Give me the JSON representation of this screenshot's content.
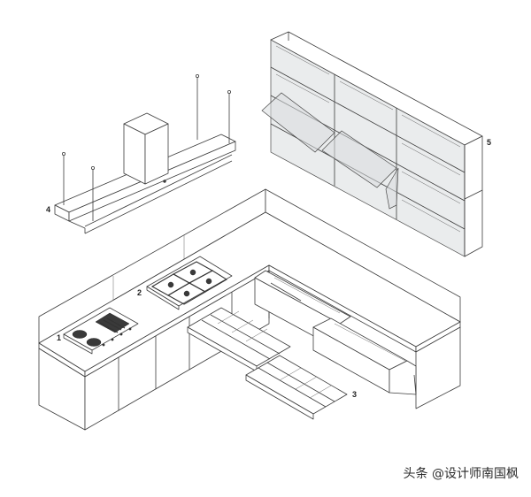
{
  "callouts": {
    "cooktop": "1",
    "gas_hob": "2",
    "drawer_inserts": "3",
    "hood_rack": "4",
    "wall_cabinets": "5"
  },
  "watermark": "头条 @设计师南国枫"
}
